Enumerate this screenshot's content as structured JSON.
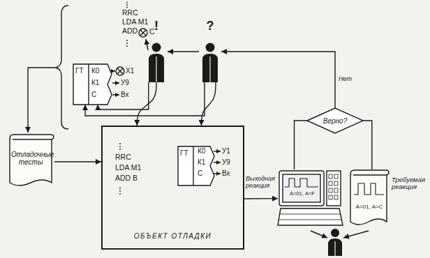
{
  "diagram": {
    "nodes": [
      {
        "text": [
          "Отладочные тесты"
        ]
      },
      {
        "text": [
          "ОБЪЕКТ ОТЛАДКИ"
        ]
      },
      {
        "text": [
          "ГТ"
        ],
        "in": 1
      },
      {
        "text": [
          "ГТ"
        ]
      },
      {
        "text": [
          "А=01, А=F"
        ]
      },
      {
        "text": [
          "А=01, А=С",
          "Требуемая реакция"
        ]
      },
      {
        "text": [
          "Верно?"
        ]
      },
      {
        "text": [
          "!"
        ]
      },
      {
        "text": [
          "?"
        ]
      }
    ],
    "edges": [
      {
        "from": 0,
        "to": 1,
        "arrow": "to"
      },
      {
        "from": 1,
        "to": 4,
        "label": "Выходная реакция",
        "arrow": "to"
      },
      {
        "from": 4,
        "to": 6,
        "arrow": "none"
      },
      {
        "from": 5,
        "to": 6,
        "arrow": "none"
      },
      {
        "from": 6,
        "to": 8,
        "label": "Нет",
        "arrow": "to"
      },
      {
        "from": 8,
        "to": 7,
        "arrow": "to"
      },
      {
        "from": 8,
        "to": 1,
        "arrow": "to"
      },
      {
        "from": 7,
        "to": 1,
        "arrow": "to"
      },
      {
        "from": 7,
        "to": 3,
        "arrow": "to"
      },
      {
        "from": 8,
        "to": 3,
        "arrow": "to"
      }
    ],
    "labels": [
      "RRC",
      "LDA M1",
      "ADD",
      "C",
      "К0",
      "К1",
      "С",
      "Х1",
      "У9",
      "Вх",
      "RRC",
      "LDA M1",
      "ADD B",
      "К0",
      "К1",
      "С",
      "У1",
      "У9",
      "Вх"
    ]
  }
}
